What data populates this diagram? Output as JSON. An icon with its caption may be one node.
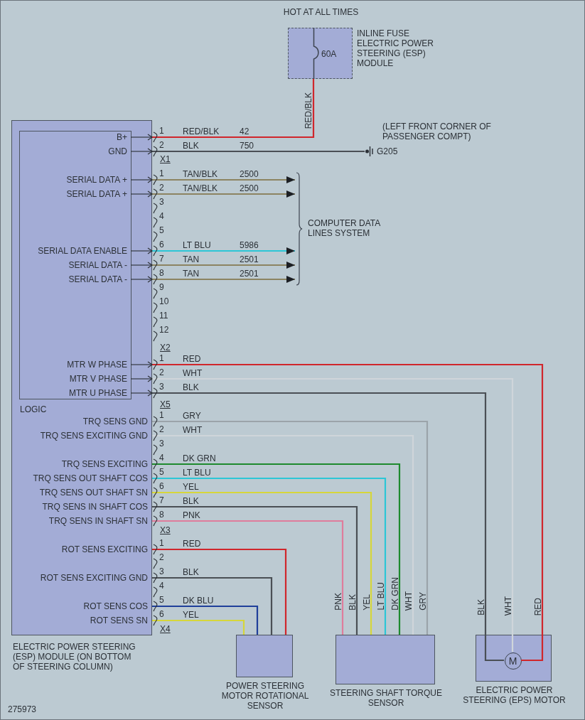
{
  "diagram": {
    "nodes": [
      {
        "text": [
          "ELECTRIC POWER STEERING (ESP) MODULE (ON BOTTOM OF STEERING COLUMN)"
        ]
      },
      {
        "text": [
          "LOGIC"
        ],
        "in": 0
      },
      {
        "text": [
          "60A",
          "INLINE FUSE ELECTRIC POWER STEERING (ESP) MODULE"
        ],
        "beside": [
          "HOT AT ALL TIMES"
        ]
      },
      {
        "text": [
          "G205"
        ],
        "beside": [
          "(LEFT FRONT CORNER OF PASSENGER COMPT)"
        ]
      },
      {
        "text": [
          "COMPUTER DATA LINES SYSTEM"
        ]
      },
      {
        "text": [
          "POWER STEERING MOTOR ROTATIONAL SENSOR"
        ]
      },
      {
        "text": [
          "STEERING SHAFT TORQUE SENSOR"
        ]
      },
      {
        "text": [
          "ELECTRIC POWER STEERING (EPS) MOTOR"
        ]
      },
      {
        "text": [
          "M"
        ],
        "in": 7
      }
    ],
    "edges": [
      {
        "from": 2,
        "to": 0,
        "arrow": "none",
        "label": "RED/BLK",
        "color": "#d0262c"
      },
      {
        "from": 0,
        "to": 3,
        "arrow": "none",
        "label": "BLK",
        "color": "#4a4f55"
      },
      {
        "from": 0,
        "to": 4,
        "arrow": "to",
        "label": "TAN/BLK",
        "color": "#8c8462"
      },
      {
        "from": 0,
        "to": 4,
        "arrow": "to",
        "label": "TAN/BLK",
        "color": "#8c8462"
      },
      {
        "from": 0,
        "to": 4,
        "arrow": "to",
        "label": "LT BLU",
        "color": "#2cc6d6"
      },
      {
        "from": 0,
        "to": 4,
        "arrow": "to",
        "label": "TAN",
        "color": "#8c8462"
      },
      {
        "from": 0,
        "to": 4,
        "arrow": "to",
        "label": "TAN",
        "color": "#8c8462"
      },
      {
        "from": 0,
        "to": 8,
        "arrow": "none",
        "label": "RED",
        "color": "#d0262c"
      },
      {
        "from": 0,
        "to": 8,
        "arrow": "none",
        "label": "WHT",
        "color": "#cfd5da"
      },
      {
        "from": 0,
        "to": 8,
        "arrow": "none",
        "label": "BLK",
        "color": "#4a4f55"
      },
      {
        "from": 0,
        "to": 6,
        "arrow": "none",
        "label": "GRY",
        "color": "#9ba4aa"
      },
      {
        "from": 0,
        "to": 6,
        "arrow": "none",
        "label": "WHT",
        "color": "#cfd5da"
      },
      {
        "from": 0,
        "to": 6,
        "arrow": "none",
        "label": "DK GRN",
        "color": "#1e8a2e"
      },
      {
        "from": 0,
        "to": 6,
        "arrow": "none",
        "label": "LT BLU",
        "color": "#2cc6d6"
      },
      {
        "from": 0,
        "to": 6,
        "arrow": "none",
        "label": "YEL",
        "color": "#d6d63a"
      },
      {
        "from": 0,
        "to": 6,
        "arrow": "none",
        "label": "BLK",
        "color": "#4a4f55"
      },
      {
        "from": 0,
        "to": 6,
        "arrow": "none",
        "label": "PNK",
        "color": "#df7c9c"
      },
      {
        "from": 0,
        "to": 5,
        "arrow": "none",
        "label": "RED",
        "color": "#d0262c"
      },
      {
        "from": 0,
        "to": 5,
        "arrow": "none",
        "label": "BLK",
        "color": "#4a4f55"
      },
      {
        "from": 0,
        "to": 5,
        "arrow": "none",
        "label": "DK BLU",
        "color": "#1f3f9a"
      },
      {
        "from": 0,
        "to": 5,
        "arrow": "none",
        "label": "YEL",
        "color": "#d6d63a"
      },
      {
        "from": 1,
        "to": 0,
        "arrow": "to"
      },
      {
        "from": 1,
        "to": 0,
        "arrow": "to"
      },
      {
        "from": 1,
        "to": 0,
        "arrow": "to"
      },
      {
        "from": 1,
        "to": 0,
        "arrow": "to"
      },
      {
        "from": 1,
        "to": 0,
        "arrow": "to"
      },
      {
        "from": 1,
        "to": 0,
        "arrow": "to"
      },
      {
        "from": 1,
        "to": 0,
        "arrow": "to"
      },
      {
        "from": 1,
        "to": 0,
        "arrow": "to"
      },
      {
        "from": 1,
        "to": 0,
        "arrow": "to"
      },
      {
        "from": 1,
        "to": 0,
        "arrow": "to"
      }
    ],
    "labels": [
      "RED/BLK",
      "B+",
      "1",
      "42",
      "GND",
      "2",
      "750",
      "X1",
      "SERIAL DATA +",
      "1",
      "2500",
      "SERIAL DATA +",
      "2",
      "2500",
      "3",
      "4",
      "5",
      "SERIAL DATA ENABLE",
      "6",
      "5986",
      "SERIAL DATA -",
      "7",
      "2501",
      "SERIAL DATA -",
      "8",
      "2501",
      "9",
      "10",
      "11",
      "12",
      "X2",
      "MTR W PHASE",
      "1",
      "MTR V PHASE",
      "2",
      "MTR U PHASE",
      "3",
      "X5",
      "TRQ SENS GND",
      "1",
      "TRQ SENS EXCITING GND",
      "2",
      "3",
      "TRQ SENS EXCITING",
      "4",
      "TRQ SENS OUT SHAFT COS",
      "5",
      "TRQ SENS OUT SHAFT SN",
      "6",
      "TRQ SENS IN SHAFT COS",
      "7",
      "TRQ SENS IN SHAFT SN",
      "8",
      "X3",
      "ROT SENS EXCITING",
      "1",
      "2",
      "ROT SENS EXCITING GND",
      "3",
      "4",
      "ROT SENS COS",
      "5",
      "ROT SENS SN",
      "6",
      "X4",
      "PNK",
      "BLK",
      "YEL",
      "LT BLU",
      "DK GRN",
      "WHT",
      "GRY",
      "BLK",
      "WHT",
      "RED",
      "275973"
    ]
  }
}
